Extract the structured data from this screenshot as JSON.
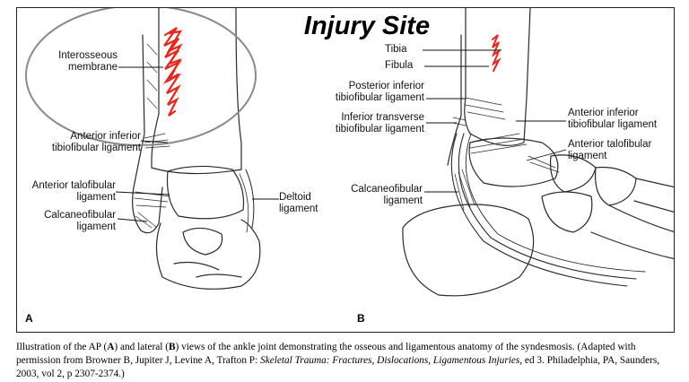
{
  "title": "Injury Site",
  "panels": {
    "a": "A",
    "b": "B"
  },
  "labels_a": {
    "interosseous_membrane": [
      "Interosseous",
      "membrane"
    ],
    "anterior_inferior_tibiofibular": [
      "Anterior inferior",
      "tibiofibular ligament"
    ],
    "anterior_talofibular": [
      "Anterior talofibular",
      "ligament"
    ],
    "calcaneofibular": [
      "Calcaneofibular",
      "ligament"
    ],
    "deltoid": [
      "Deltoid",
      "ligament"
    ]
  },
  "labels_b": {
    "tibia": "Tibia",
    "fibula": "Fibula",
    "posterior_inferior_tibiofibular": [
      "Posterior inferior",
      "tibiofibular ligament"
    ],
    "inferior_transverse_tibiofibular": [
      "Inferior transverse",
      "tibiofibular ligament"
    ],
    "anterior_inferior_tibiofibular": [
      "Anterior inferior",
      "tibiofibular ligament"
    ],
    "anterior_talofibular": [
      "Anterior talofibular",
      "ligament"
    ],
    "calcaneofibular": [
      "Calcaneofibular",
      "ligament"
    ]
  },
  "caption": {
    "p1": "Illustration of the AP (",
    "a": "A",
    "p2": ") and lateral (",
    "b": "B",
    "p3": ") views of the ankle joint demonstrating the osseous and ligamentous anatomy of the syndesmosis. (Adapted with permission from Browner B, Jupiter J, Levine A, Trafton P: ",
    "book": "Skeletal Trauma: Fractures, Dislocations, Ligamentous Injuries",
    "p4": ", ed 3. Philadelphia, PA, Saunders, 2003, vol 2, p 2307-2374.)"
  },
  "colors": {
    "injury": "#e8281c",
    "outline": "#2a2a2a",
    "circle": "#8a8a8a"
  }
}
